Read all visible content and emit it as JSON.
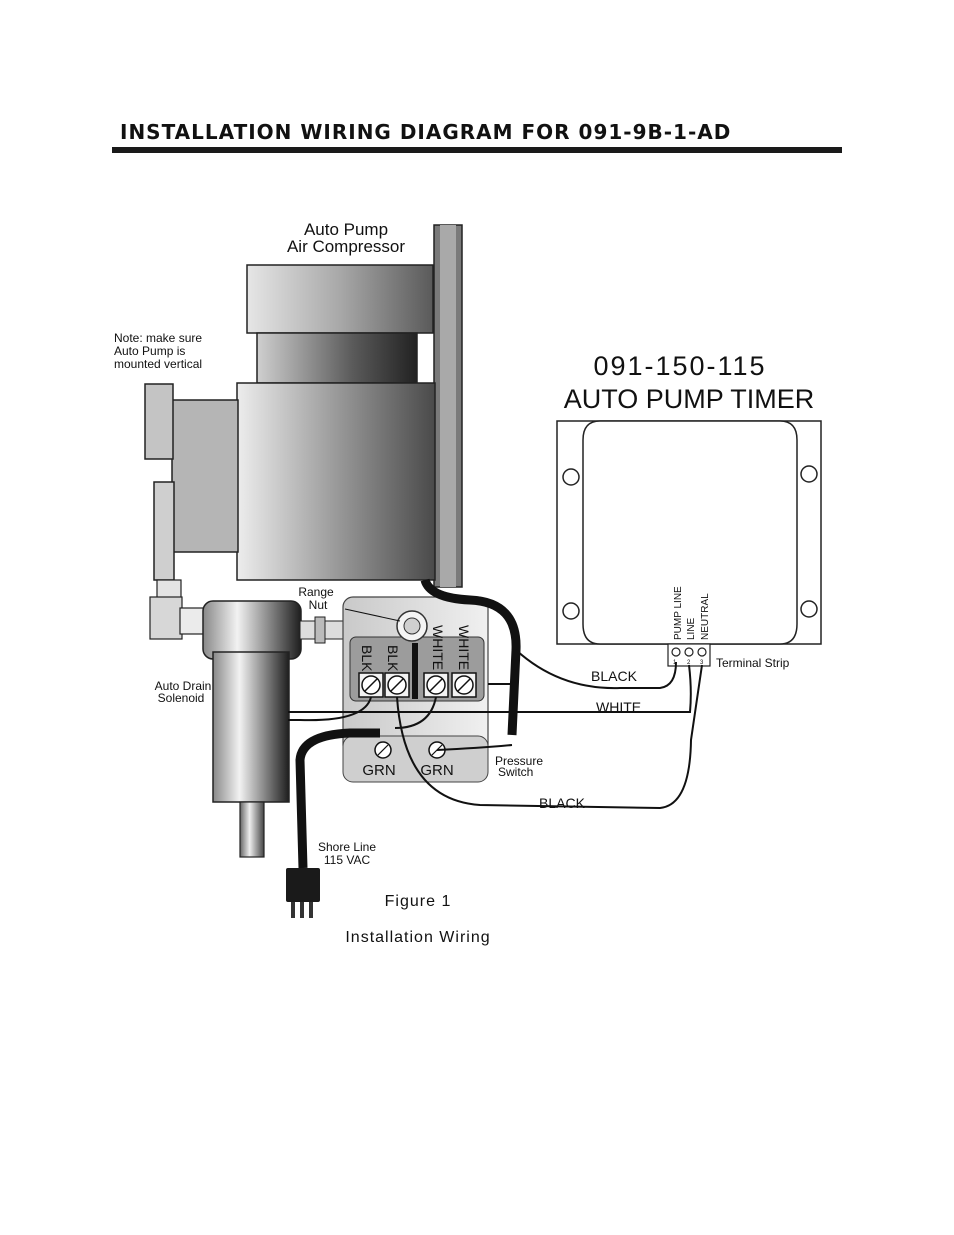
{
  "title": "INSTALLATION WIRING DIAGRAM FOR 091-9B-1-AD",
  "compressor": {
    "line1": "Auto Pump",
    "line2": "Air Compressor"
  },
  "note": {
    "line1": "Note: make sure",
    "line2": "Auto Pump is",
    "line3": "mounted vertical"
  },
  "range_nut": {
    "line1": "Range",
    "line2": "Nut"
  },
  "solenoid": {
    "line1": "Auto Drain",
    "line2": "Solenoid"
  },
  "switch_terminals": {
    "blk1": "BLK",
    "blk2": "BLK",
    "white1": "WHITE",
    "white2": "WHITE",
    "grn1": "GRN",
    "grn2": "GRN"
  },
  "pressure_switch": {
    "line1": "Pressure",
    "line2": "Switch"
  },
  "timer": {
    "line1": "091-150-115",
    "line2": "AUTO PUMP TIMER"
  },
  "terminal_strip": {
    "label": "Terminal Strip",
    "pump_line": "PUMP LINE",
    "line": "LINE",
    "neutral": "NEUTRAL",
    "n1": "1",
    "n2": "2",
    "n3": "3"
  },
  "wires": {
    "black_top": "BLACK",
    "white": "WHITE",
    "black_bottom": "BLACK"
  },
  "shore_line": {
    "line1": "Shore Line",
    "line2": "115 VAC"
  },
  "figure": {
    "line1": "Figure  1",
    "line2": "Installation Wiring"
  }
}
